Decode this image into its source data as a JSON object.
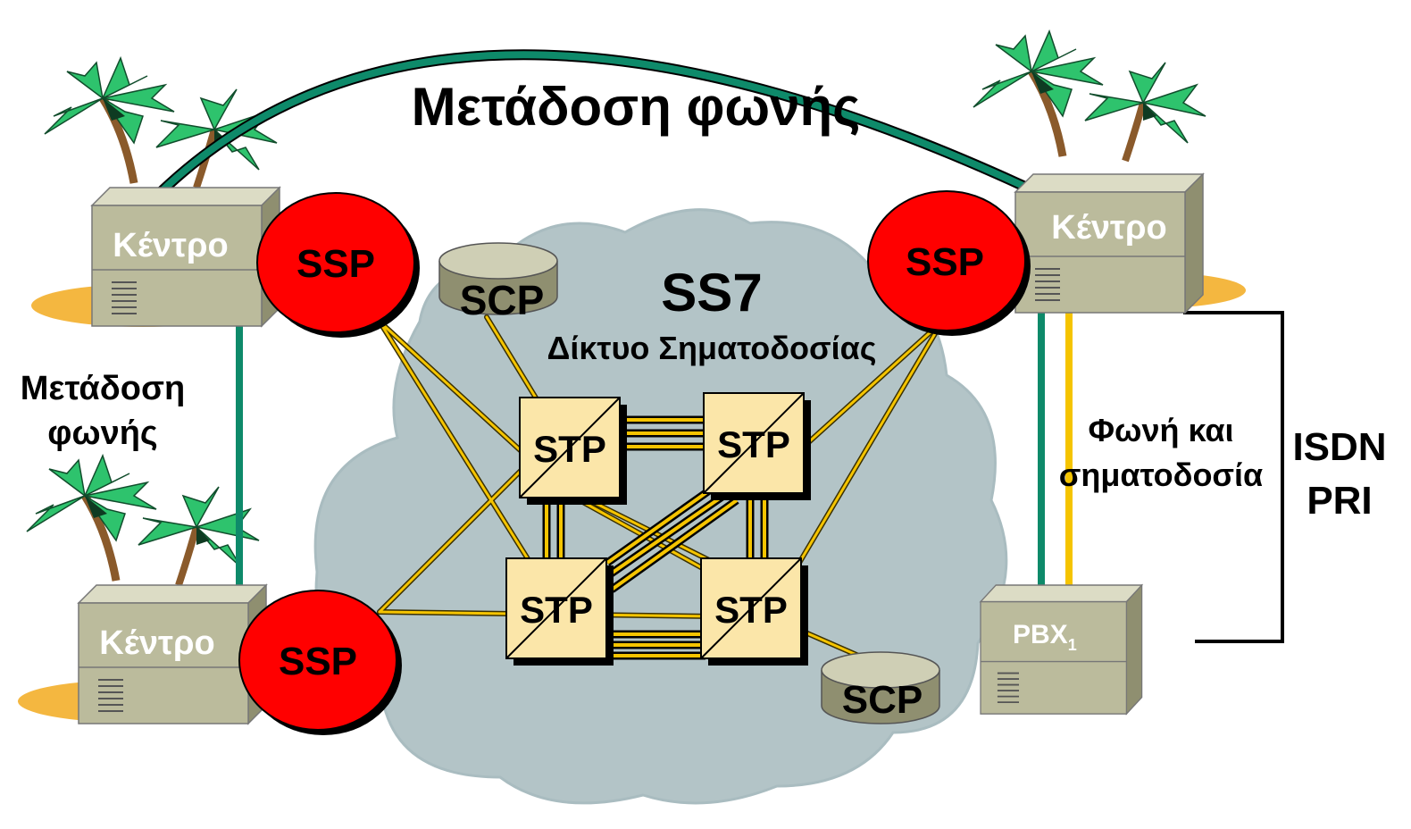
{
  "title": "Μετάδοση φωνής",
  "cloud": {
    "title": "SS7",
    "subtitle": "Δίκτυο Σηματοδοσίας"
  },
  "left_voice_label": [
    "Μετάδοση",
    "φωνής"
  ],
  "voice_signaling_label": [
    "Φωνή και",
    "σηματοδοσία"
  ],
  "isdn_label": [
    "ISDN",
    "PRI"
  ],
  "switch_label": "Κέντρο",
  "pbx": {
    "label": "PBX",
    "subscript": "1"
  },
  "ssp_label": "SSP",
  "stp_label": "STP",
  "scp_label": "SCP",
  "colors": {
    "cloud_fill": "#b3c4c7",
    "ssp_red": "#ff0000",
    "stp_fill": "#fbe6a9",
    "link_yellow": "#f5c400",
    "voice_green": "#0e8a6a",
    "switch_fill": "#bbbb9c",
    "palm_green": "#2ec36d",
    "sand": "#f4b740"
  },
  "icons": [
    "palm-tree-icon",
    "switch-box-icon",
    "database-cylinder-icon",
    "cloud-icon"
  ]
}
